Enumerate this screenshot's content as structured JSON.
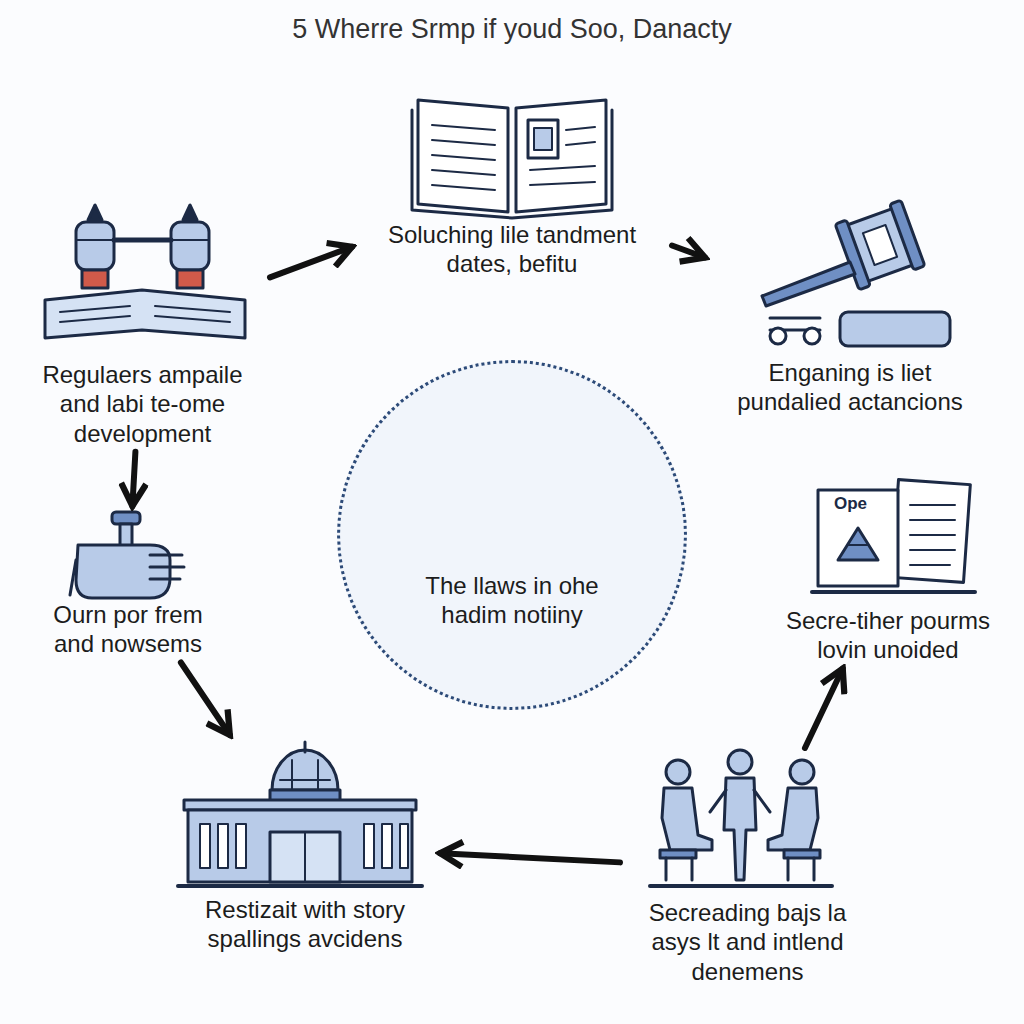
{
  "diagram": {
    "title": "5 Wherre Srmp if youd Soo, Danacty",
    "nodes": [
      {
        "text": [
          "Soluching lile tandment dates, befitu"
        ]
      },
      {
        "text": [
          "Regulaers ampaile and labi te-ome development"
        ]
      },
      {
        "text": [
          "Enganing is liet pundalied actancions"
        ]
      },
      {
        "text": [
          "The llaws in ohe hadim notiiny"
        ]
      },
      {
        "text": [
          "Ourn por frem and nowsems"
        ]
      },
      {
        "text": [
          "Secre-tiher pourms lovin unoided"
        ]
      },
      {
        "text": [
          "Restizait with story spallings avcidens"
        ]
      },
      {
        "text": [
          "Secreading bajs la asys lt and intlend denemens"
        ]
      }
    ],
    "edges": [
      {
        "from": 1,
        "to": 0,
        "arrow": "to"
      },
      {
        "from": 0,
        "to": 2,
        "arrow": "to"
      },
      {
        "from": 1,
        "to": 4,
        "arrow": "to"
      },
      {
        "from": 4,
        "to": 6,
        "arrow": "to"
      },
      {
        "from": 7,
        "to": 6,
        "arrow": "to"
      },
      {
        "from": 7,
        "to": 5,
        "arrow": "to"
      }
    ],
    "labels": [
      "Ope"
    ]
  }
}
